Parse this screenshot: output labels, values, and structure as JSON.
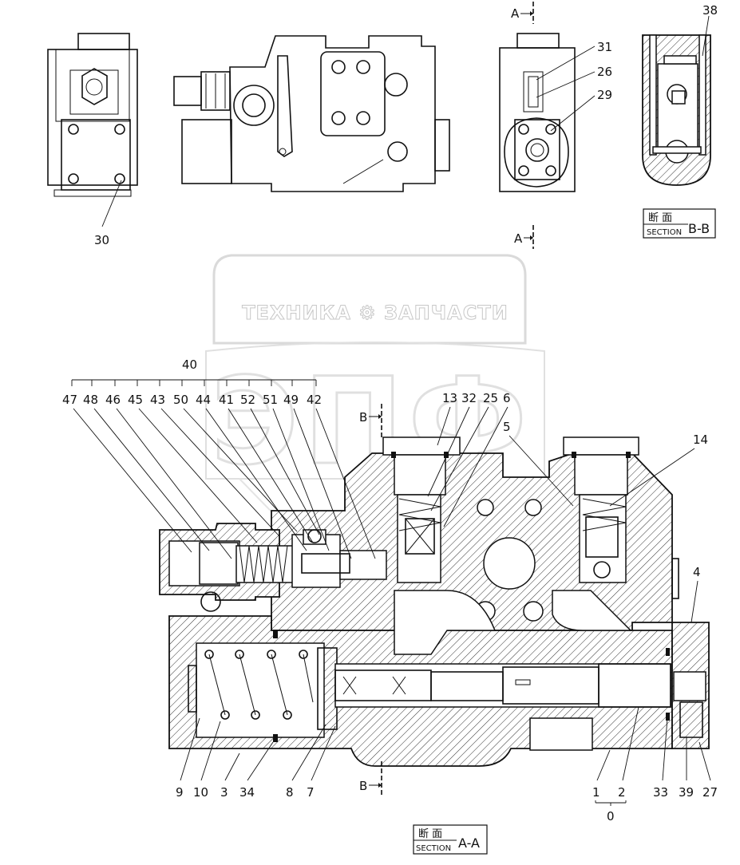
{
  "watermark": {
    "brand_text": "ТЕХНИКА ⚙ ЗАПЧАСТИ",
    "logo_letters": "ЭПФ"
  },
  "section_labels": {
    "aa": {
      "jp": "断 面",
      "en": "SECTION",
      "id": "A-A"
    },
    "bb": {
      "jp": "断 面",
      "en": "SECTION",
      "id": "B-B"
    }
  },
  "cut_markers": {
    "a_top": "A",
    "a_bottom": "A",
    "b_top": "B",
    "b_bottom": "B"
  },
  "callouts_top_views": [
    "30",
    "31",
    "26",
    "29",
    "38"
  ],
  "callout_group_head": "40",
  "callouts_upper_row": [
    "47",
    "48",
    "46",
    "45",
    "43",
    "50",
    "44",
    "41",
    "52",
    "51",
    "49",
    "42",
    "13",
    "32",
    "25",
    "6",
    "5",
    "14"
  ],
  "callouts_right": [
    "4"
  ],
  "callouts_lower_row": [
    "9",
    "10",
    "3",
    "34",
    "8",
    "7",
    "1",
    "2",
    "33",
    "39",
    "27"
  ],
  "callout_sub_group": "0"
}
